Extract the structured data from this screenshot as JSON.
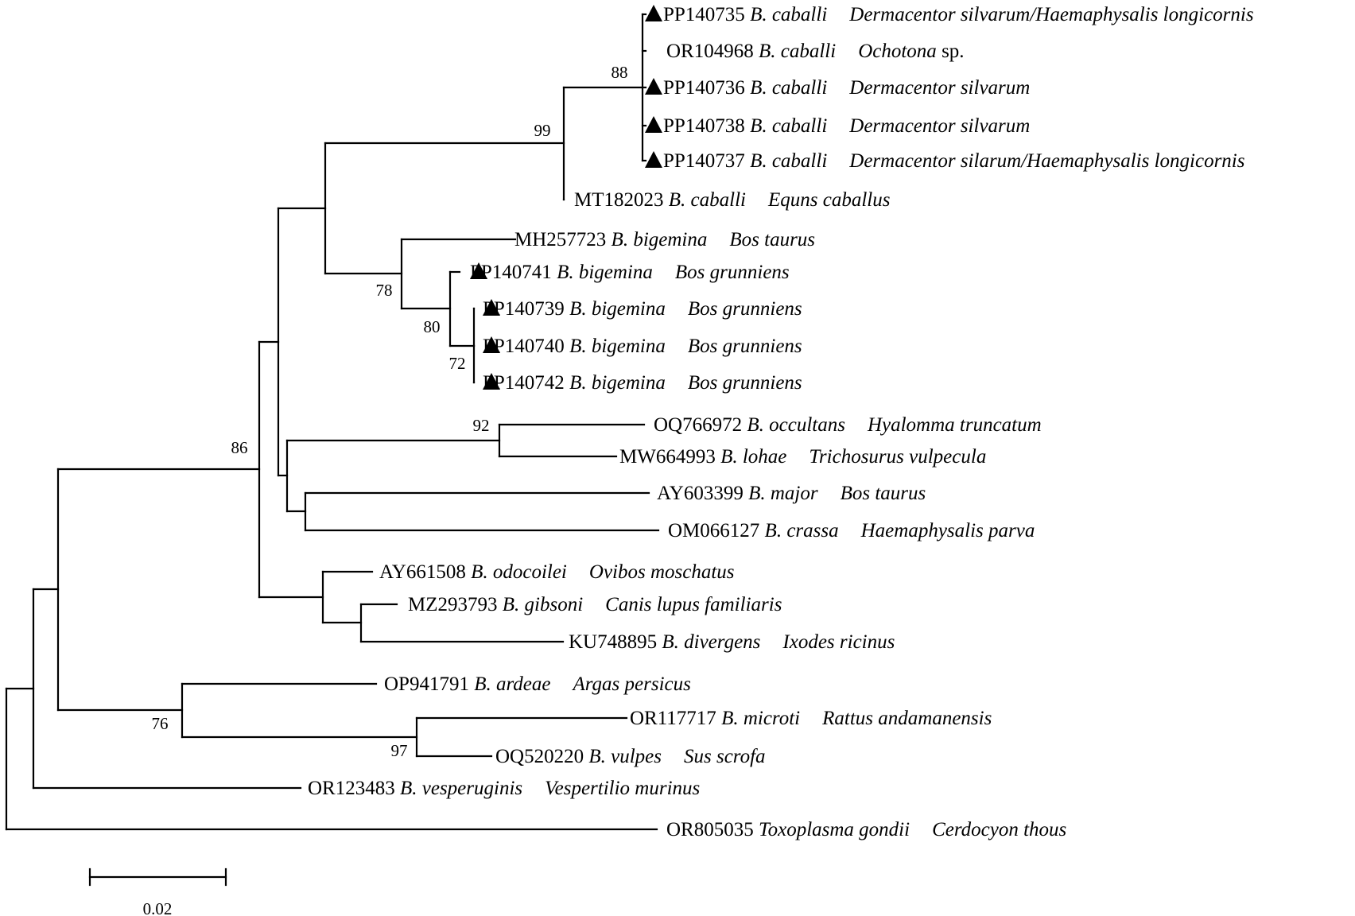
{
  "colors": {
    "ink": "#000000",
    "background": "#ffffff"
  },
  "marker_shape": "filled-triangle",
  "scale_bar": {
    "label": "0.02",
    "length_units": 0.02
  },
  "leaves": [
    {
      "accession": "PP140735",
      "genus_species": "B. caballi",
      "host": "Dermacentor silvarum/Haemaphysalis longicornis",
      "marked": true
    },
    {
      "accession": "OR104968",
      "genus_species": "B. caballi",
      "host": "Ochotona",
      "host_suffix": " sp.",
      "marked": false
    },
    {
      "accession": "PP140736",
      "genus_species": "B. caballi",
      "host": "Dermacentor silvarum",
      "marked": true
    },
    {
      "accession": "PP140738",
      "genus_species": "B. caballi",
      "host": "Dermacentor silvarum",
      "marked": true
    },
    {
      "accession": "PP140737",
      "genus_species": "B. caballi",
      "host": "Dermacentor silarum/Haemaphysalis longicornis",
      "marked": true
    },
    {
      "accession": "MT182023",
      "genus_species": "B. caballi",
      "host": "Equns caballus",
      "marked": false
    },
    {
      "accession": "MH257723",
      "genus_species": "B. bigemina",
      "host": "Bos taurus",
      "marked": false
    },
    {
      "accession": "PP140741",
      "genus_species": "B. bigemina",
      "host": "Bos grunniens",
      "marked": true
    },
    {
      "accession": "PP140739",
      "genus_species": "B. bigemina",
      "host": "Bos grunniens",
      "marked": true
    },
    {
      "accession": "PP140740",
      "genus_species": "B. bigemina",
      "host": "Bos grunniens",
      "marked": true
    },
    {
      "accession": "PP140742",
      "genus_species": "B. bigemina",
      "host": "Bos grunniens",
      "marked": true
    },
    {
      "accession": "OQ766972",
      "genus_species": "B. occultans",
      "host": "Hyalomma truncatum",
      "marked": false
    },
    {
      "accession": "MW664993",
      "genus_species": "B. lohae",
      "host": "Trichosurus vulpecula",
      "marked": false
    },
    {
      "accession": "AY603399",
      "genus_species": "B. major",
      "host": "Bos taurus",
      "marked": false
    },
    {
      "accession": "OM066127",
      "genus_species": "B. crassa",
      "host": "Haemaphysalis parva",
      "marked": false
    },
    {
      "accession": "AY661508",
      "genus_species": "B. odocoilei",
      "host": "Ovibos moschatus",
      "marked": false
    },
    {
      "accession": "MZ293793",
      "genus_species": "B. gibsoni",
      "host": "Canis lupus familiaris",
      "marked": false
    },
    {
      "accession": "KU748895",
      "genus_species": "B. divergens",
      "host": "Ixodes ricinus",
      "marked": false
    },
    {
      "accession": "OP941791",
      "genus_species": "B. ardeae",
      "host": "Argas persicus",
      "marked": false
    },
    {
      "accession": "OR117717",
      "genus_species": "B. microti",
      "host": "Rattus andamanensis",
      "marked": false
    },
    {
      "accession": "OQ520220",
      "genus_species": "B. vulpes",
      "host": "Sus scrofa",
      "marked": false
    },
    {
      "accession": "OR123483",
      "genus_species": "B. vesperuginis",
      "host": "Vespertilio murinus",
      "marked": false
    },
    {
      "accession": "OR805035",
      "genus_species": "Toxoplasma gondii",
      "host": "Cerdocyon thous",
      "marked": false
    }
  ],
  "bootstrap_values": [
    "88",
    "99",
    "78",
    "80",
    "72",
    "92",
    "86",
    "76",
    "97"
  ]
}
